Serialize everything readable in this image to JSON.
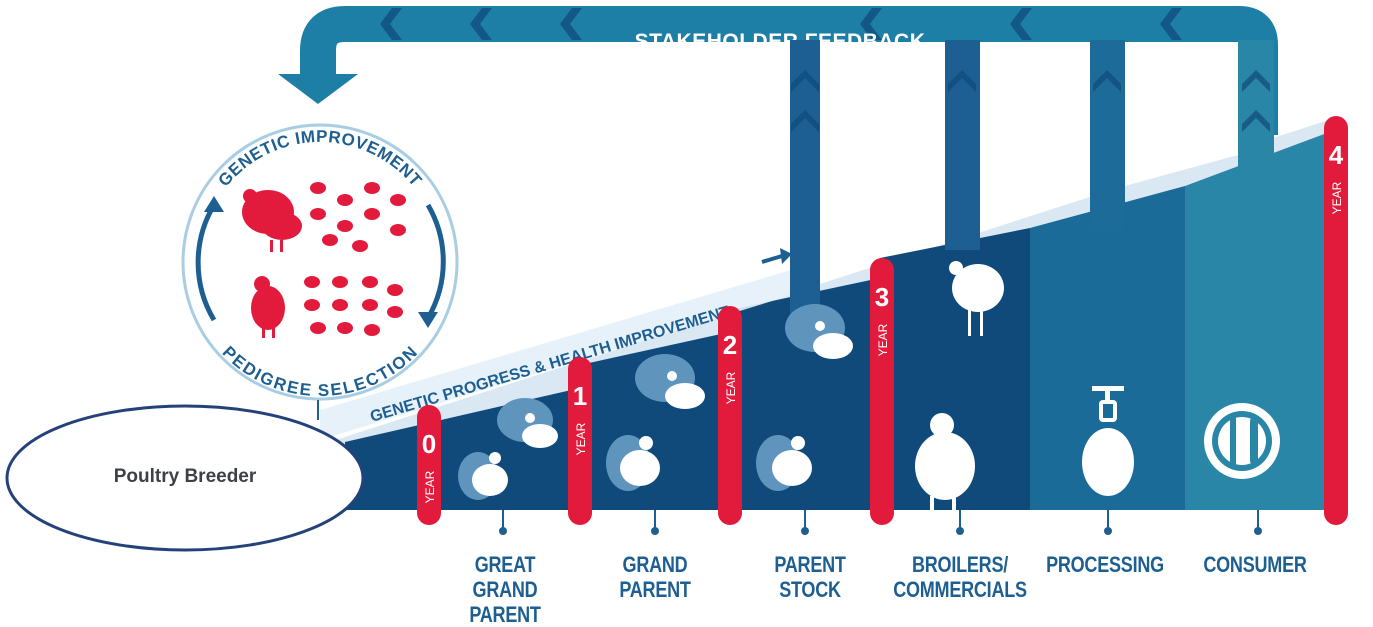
{
  "feedback_label": "STAKEHOLDER FEEDBACK",
  "cycle": {
    "top_label": "GENETIC IMPROVEMENT",
    "bottom_label": "PEDIGREE SELECTION"
  },
  "progress_label": "GENETIC PROGRESS & HEALTH IMPROVEMENT",
  "markers": [
    {
      "number": "0",
      "unit": "YEAR"
    },
    {
      "number": "1",
      "unit": "YEAR"
    },
    {
      "number": "2",
      "unit": "YEAR"
    },
    {
      "number": "3",
      "unit": "YEAR"
    },
    {
      "number": "4",
      "unit": "YEAR"
    }
  ],
  "stages": [
    {
      "label": "GREAT GRAND\nPARENT"
    },
    {
      "label": "GRAND\nPARENT"
    },
    {
      "label": "PARENT\nSTOCK"
    },
    {
      "label": "BROILERS/\nCOMMERCIALS"
    },
    {
      "label": "PROCESSING"
    },
    {
      "label": "CONSUMER"
    }
  ],
  "breeder_label": "Poultry Breeder",
  "colors": {
    "navy": "#0f4a7a",
    "mid_blue": "#1b6b98",
    "teal": "#2a86a6",
    "light_blue": "#d9e8f3",
    "red": "#e21b3c",
    "label_blue": "#1e5f92",
    "feedback_arrow": "#1d7fa6"
  }
}
